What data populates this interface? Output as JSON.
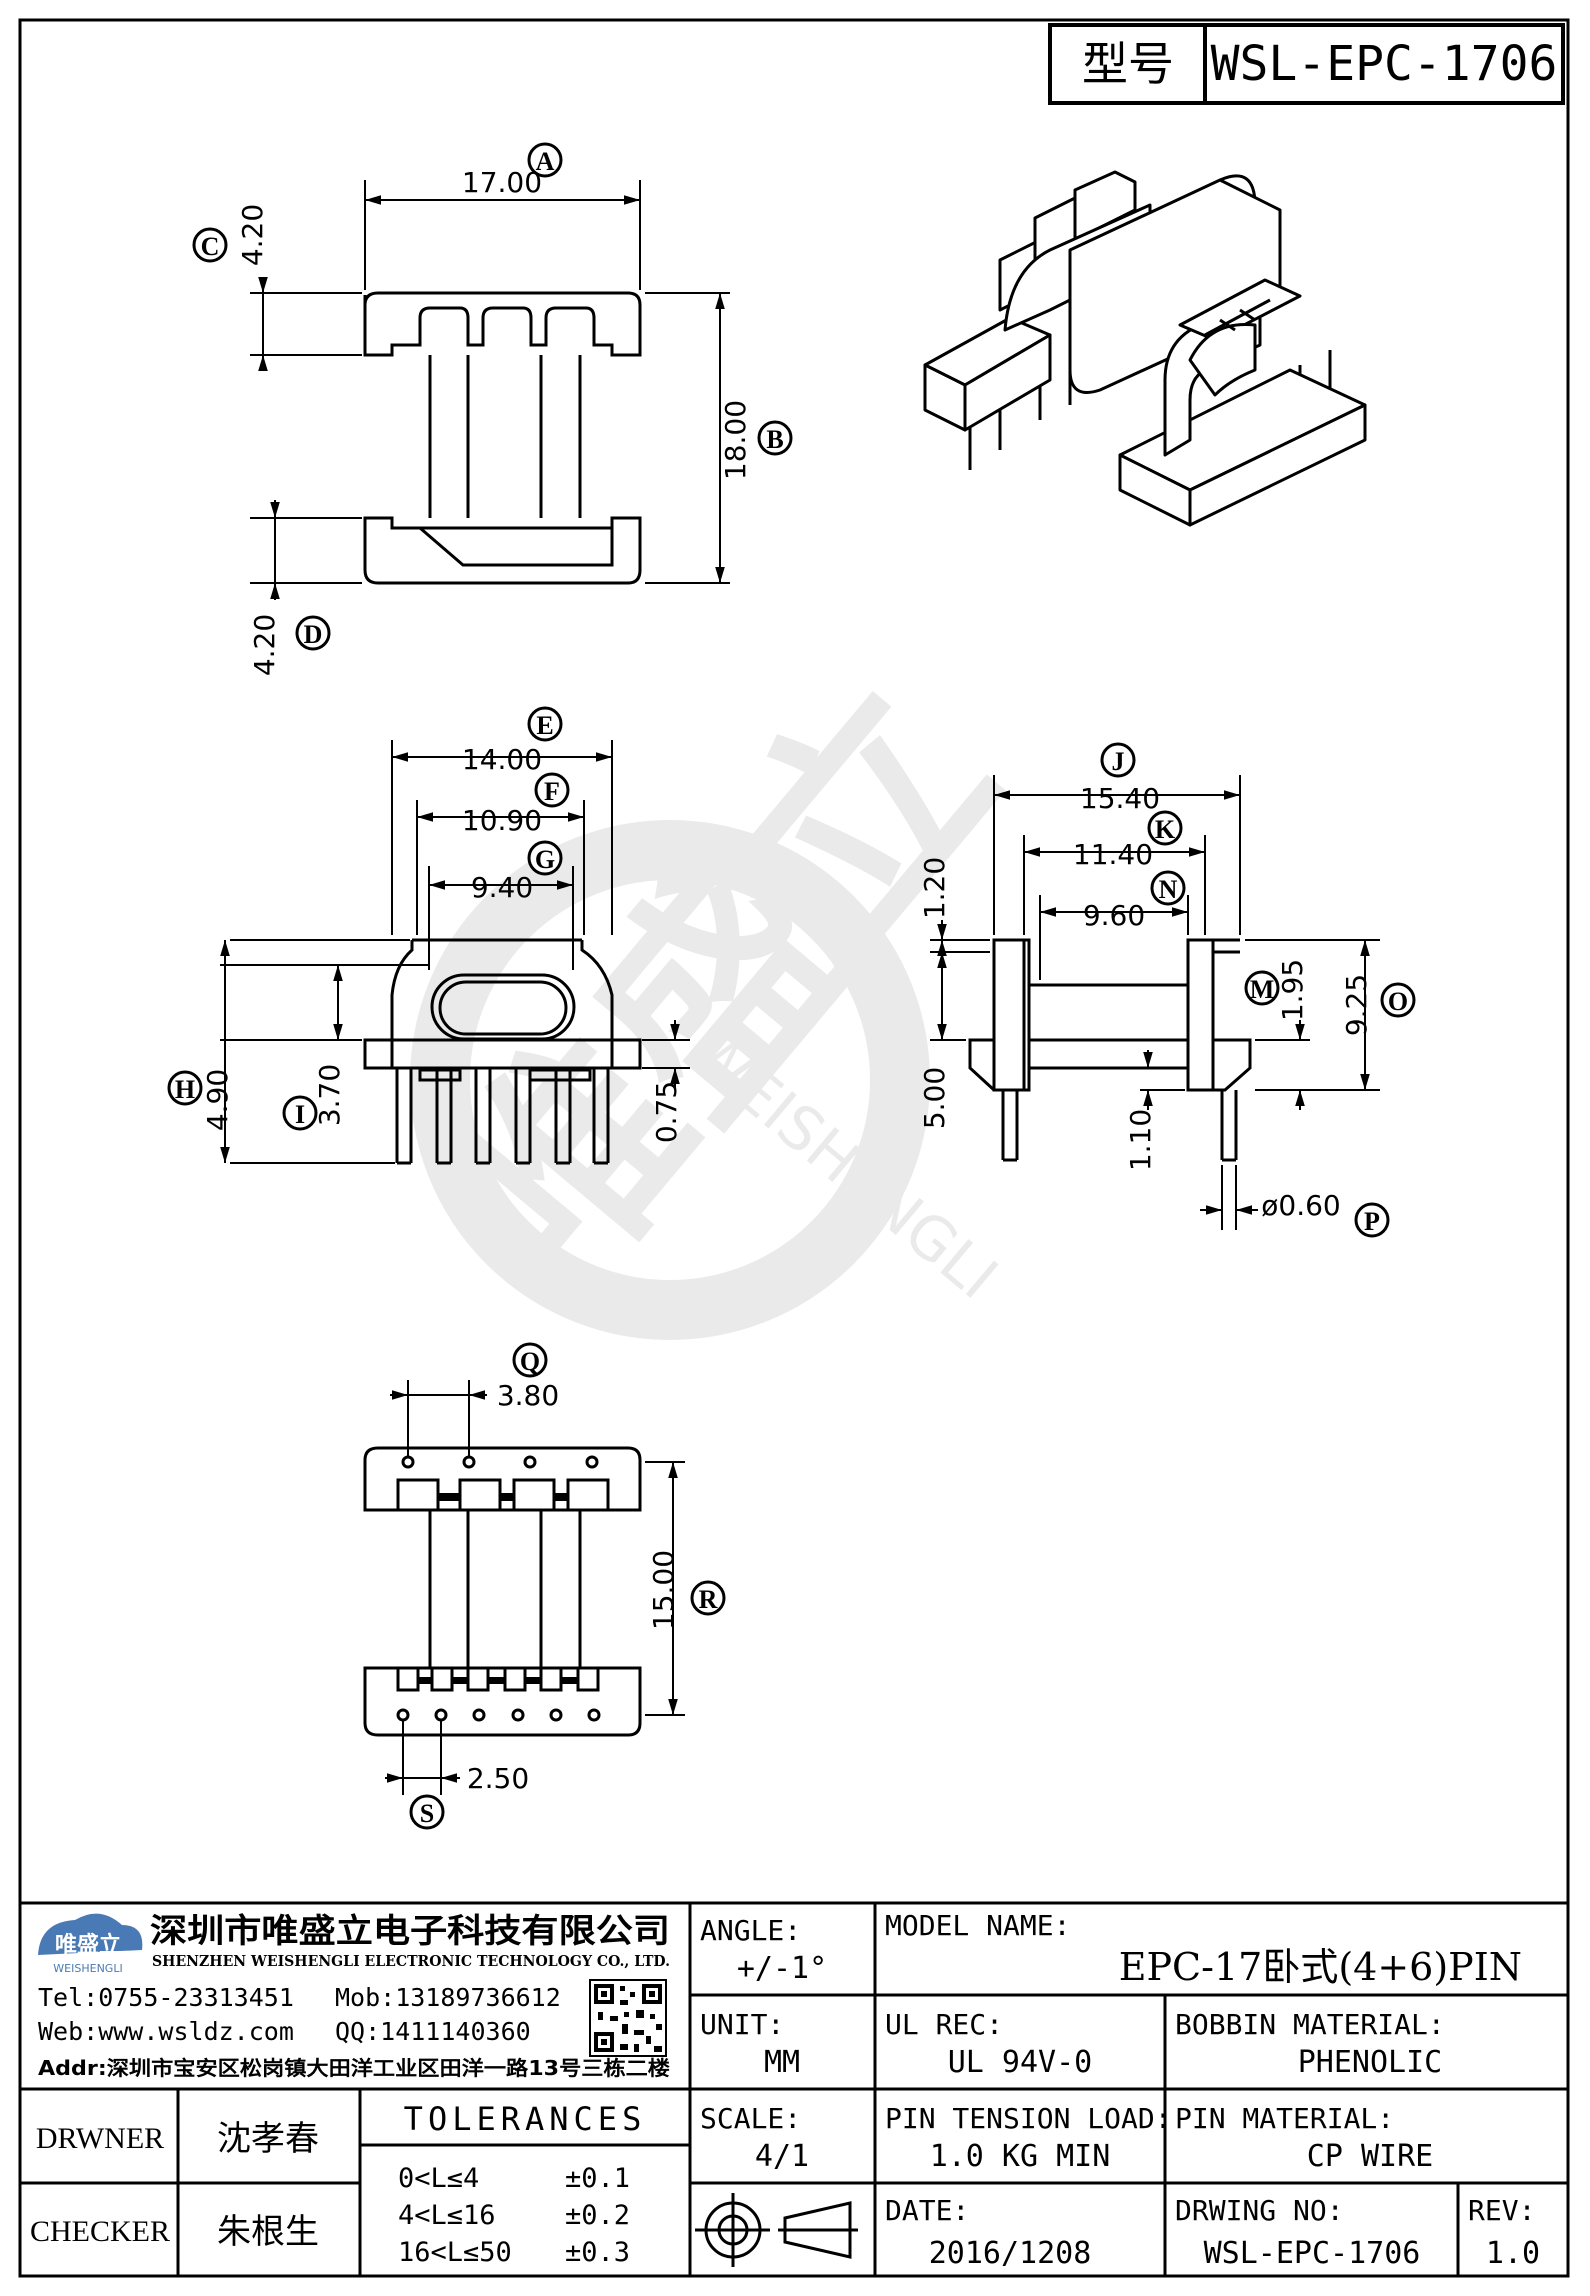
{
  "header": {
    "type_label": "型号",
    "type_value": "WSL-EPC-1706"
  },
  "watermark": {
    "cn": "唯盛立",
    "en": "WEISHENGLI"
  },
  "dimensions": {
    "A": "17.00",
    "B": "18.00",
    "C": "4.20",
    "D": "4.20",
    "E": "14.00",
    "F": "10.90",
    "G": "9.40",
    "H": "4.90",
    "I": "3.70",
    "i_extra": "0.75",
    "J": "15.40",
    "K": "11.40",
    "N": "9.60",
    "M": "1.95",
    "O": "9.25",
    "p_top": "1.20",
    "p_left": "5.00",
    "p_bottom": "1.10",
    "P": "ø0.60",
    "Q": "3.80",
    "R": "15.00",
    "S": "2.50"
  },
  "labels": {
    "A": "A",
    "B": "B",
    "C": "C",
    "D": "D",
    "E": "E",
    "F": "F",
    "G": "G",
    "H": "H",
    "I": "I",
    "J": "J",
    "K": "K",
    "M": "M",
    "N": "N",
    "O": "O",
    "P": "P",
    "Q": "Q",
    "R": "R",
    "S": "S"
  },
  "company": {
    "logo_cn": "唯盛立",
    "logo_en": "WEISHENGLI",
    "name_cn": "深圳市唯盛立电子科技有限公司",
    "name_en": "SHENZHEN WEISHENGLI ELECTRONIC TECHNOLOGY CO., LTD.",
    "tel": "Tel:0755-23313451",
    "mob": "Mob:13189736612",
    "web": "Web:www.wsldz.com",
    "qq": "QQ:1411140360",
    "addr": "Addr:深圳市宝安区松岗镇大田洋工业区田洋一路13号三栋二楼"
  },
  "title_block": {
    "angle_label": "ANGLE:",
    "angle_value": "+/-1°",
    "model_label": "MODEL NAME:",
    "model_value": "EPC-17卧式(4+6)PIN",
    "unit_label": "UNIT:",
    "unit_value": "MM",
    "ul_label": "UL REC:",
    "ul_value": "UL 94V-0",
    "bobbin_label": "BOBBIN MATERIAL:",
    "bobbin_value": "PHENOLIC",
    "drawner_label": "DRWNER",
    "drawner_value": "沈孝春",
    "tolerances_label": "TOLERANCES",
    "scale_label": "SCALE:",
    "scale_value": "4/1",
    "pin_tension_label": "PIN TENSION LOAD:",
    "pin_tension_value": "1.0 KG MIN",
    "pin_material_label": "PIN MATERIAL:",
    "pin_material_value": "CP WIRE",
    "checker_label": "CHECKER",
    "checker_value": "朱根生",
    "tol_rows": [
      {
        "range": "0<L≤4",
        "tol": "±0.1"
      },
      {
        "range": "4<L≤16",
        "tol": "±0.2"
      },
      {
        "range": "16<L≤50",
        "tol": "±0.3"
      }
    ],
    "date_label": "DATE:",
    "date_value": "2016/1208",
    "drwing_no_label": "DRWING NO:",
    "drwing_no_value": "WSL-EPC-1706",
    "rev_label": "REV:",
    "rev_value": "1.0"
  }
}
